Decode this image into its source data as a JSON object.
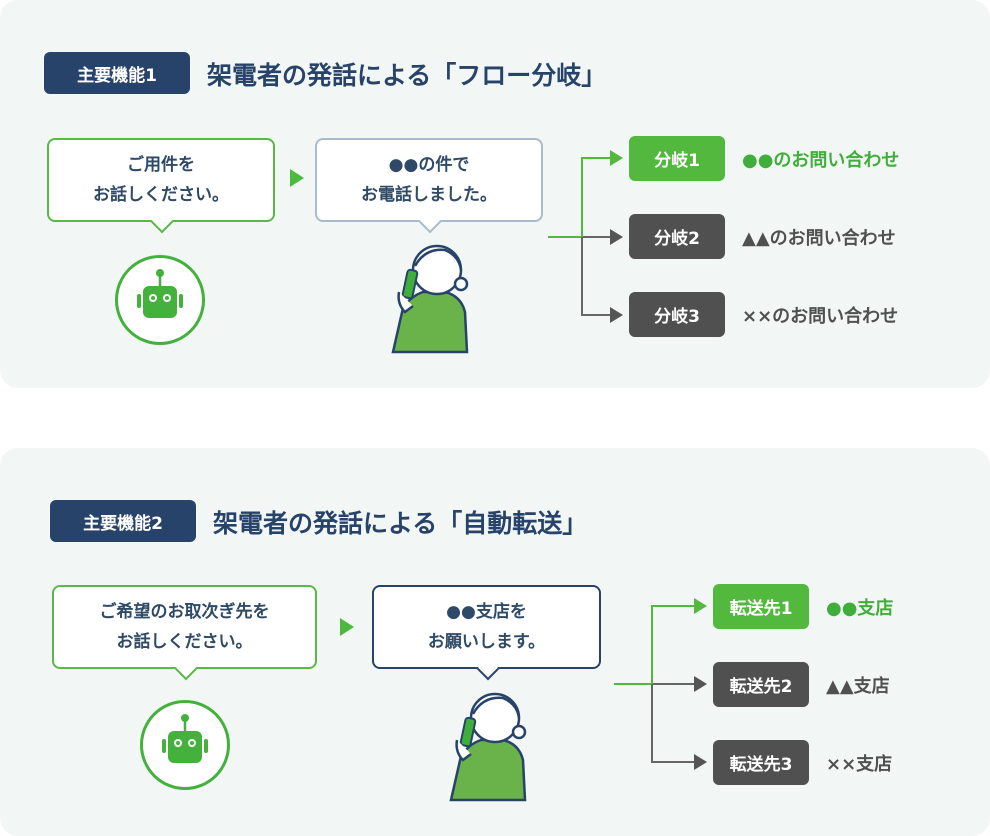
{
  "sections": [
    {
      "badge": "主要機能1",
      "title": "架電者の発話による「フロー分岐」",
      "bot_message": [
        "ご用件を",
        "お話しください。"
      ],
      "caller_message": [
        "●●の件で",
        "お電話しました。"
      ],
      "branches": [
        {
          "label": "分岐1",
          "target": "●●のお問い合わせ"
        },
        {
          "label": "分岐2",
          "target": "▲▲のお問い合わせ"
        },
        {
          "label": "分岐3",
          "target": "××のお問い合わせ"
        }
      ]
    },
    {
      "badge": "主要機能2",
      "title": "架電者の発話による「自動転送」",
      "bot_message": [
        "ご希望のお取次ぎ先を",
        "お話しください。"
      ],
      "caller_message": [
        "●●支店を",
        "お願いします。"
      ],
      "branches": [
        {
          "label": "転送先1",
          "target": "●●支店"
        },
        {
          "label": "転送先2",
          "target": "▲▲支店"
        },
        {
          "label": "転送先3",
          "target": "××支店"
        }
      ]
    }
  ],
  "colors": {
    "navy": "#27436a",
    "green": "#52b83e",
    "gray": "#505050",
    "panel": "#f2f7f5"
  }
}
